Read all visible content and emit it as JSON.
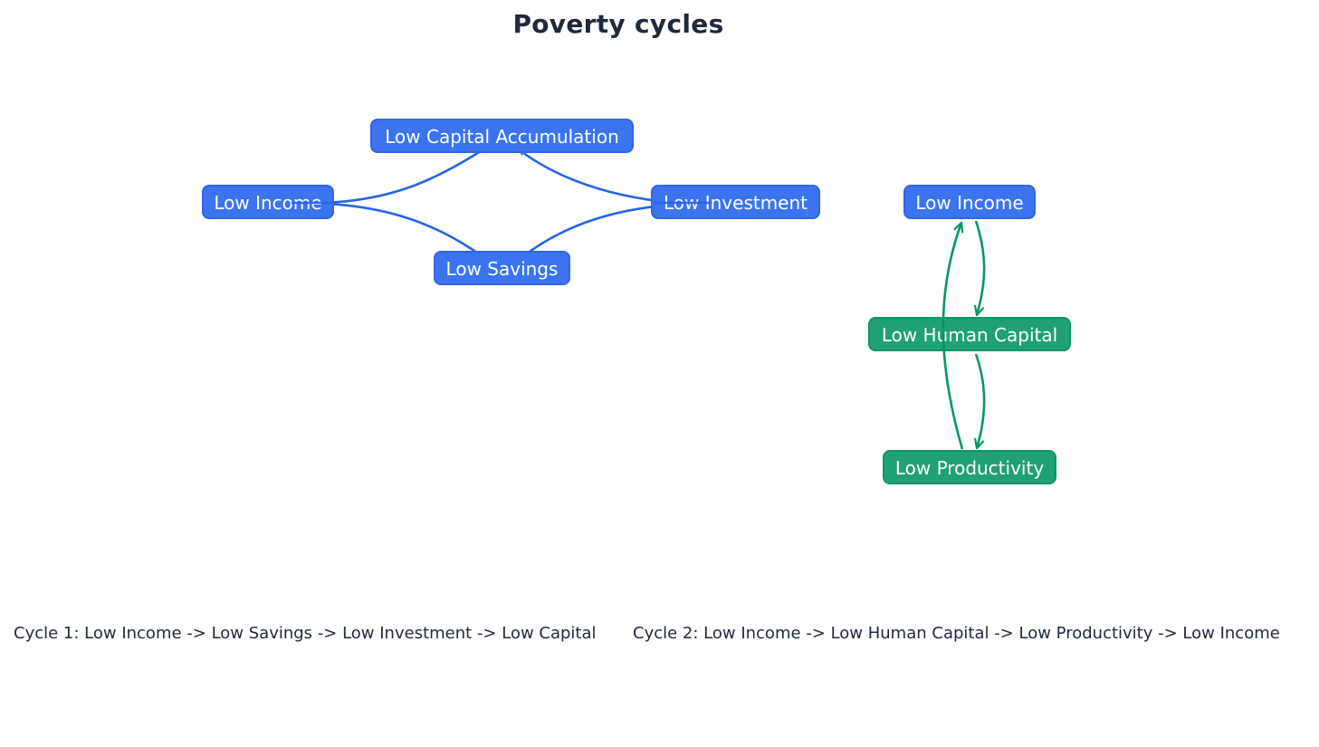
{
  "title": "Poverty cycles",
  "colors": {
    "cycle1_node_fill": "#3b74ee",
    "cycle1_edge": "#2563eb",
    "cycle2_node_fill": "#1fa077",
    "cycle2_edge": "#059669",
    "text_dark": "#1e293b"
  },
  "cycle1": {
    "nodes": {
      "low_capital_accumulation": "Low Capital Accumulation",
      "low_income": "Low Income",
      "low_investment": "Low Investment",
      "low_savings": "Low Savings"
    },
    "edges": [
      {
        "from": "Low Income",
        "to": "Low Savings"
      },
      {
        "from": "Low Savings",
        "to": "Low Investment"
      },
      {
        "from": "Low Investment",
        "to": "Low Capital Accumulation"
      },
      {
        "from": "Low Capital Accumulation",
        "to": "Low Income"
      }
    ],
    "caption": "Cycle 1: Low Income -> Low Savings -> Low Investment -> Low Capital"
  },
  "cycle2": {
    "nodes": {
      "low_income": "Low Income",
      "low_human_capital": "Low Human Capital",
      "low_productivity": "Low Productivity"
    },
    "edges": [
      {
        "from": "Low Income",
        "to": "Low Human Capital"
      },
      {
        "from": "Low Human Capital",
        "to": "Low Productivity"
      },
      {
        "from": "Low Productivity",
        "to": "Low Income"
      }
    ],
    "caption": "Cycle 2: Low Income -> Low Human Capital -> Low Productivity -> Low Income"
  }
}
